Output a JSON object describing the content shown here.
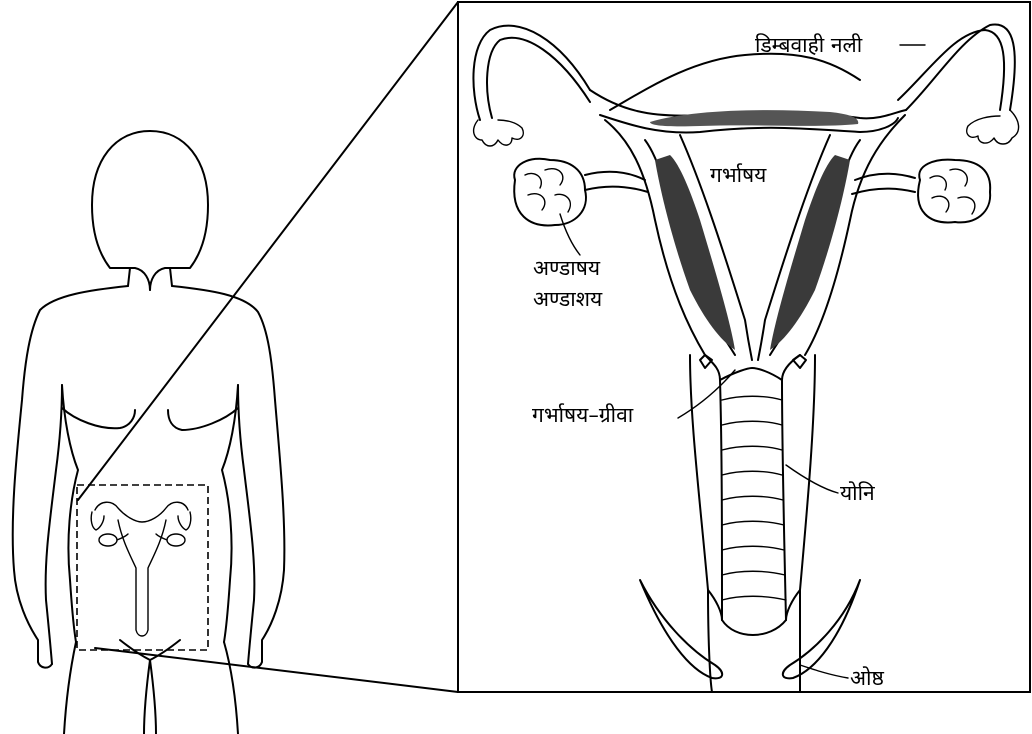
{
  "labels": {
    "fallopian_tube": "डिम्बवाही नली",
    "uterus": "गर्भाषय",
    "ovary_line1": "अण्डाषय",
    "ovary_line2": "अण्डाशय",
    "cervix": "गर्भाषय–ग्रीवा",
    "vagina": "योनि",
    "labia": "ओष्ठ"
  },
  "colors": {
    "ink": "#000000",
    "background": "#ffffff"
  }
}
